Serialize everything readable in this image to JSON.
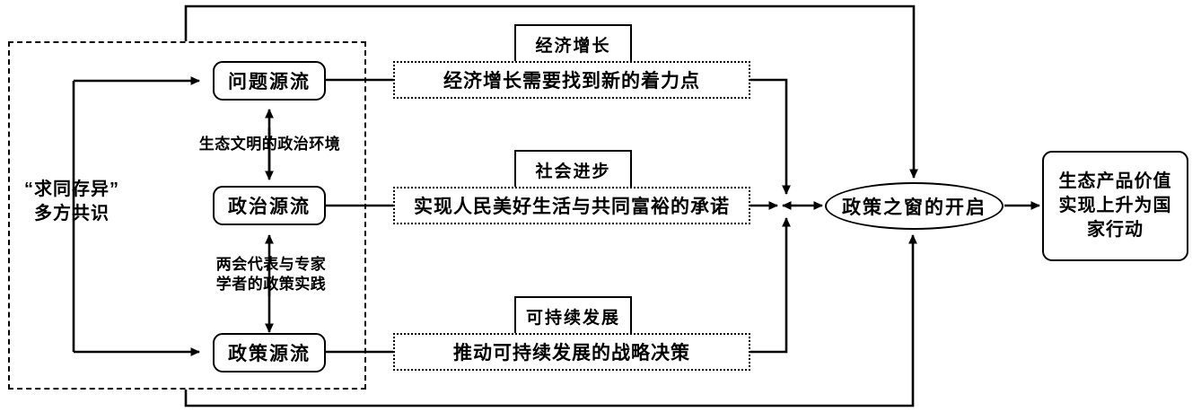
{
  "diagram": {
    "title_present": false,
    "colors": {
      "line": "#000000",
      "background": "#ffffff"
    },
    "consensus": {
      "line1": "“求同存异”",
      "line2": "多方共识"
    },
    "streams": [
      {
        "id": "problem",
        "label": "问题源流"
      },
      {
        "id": "politics",
        "label": "政治源流"
      },
      {
        "id": "policy",
        "label": "政策源流"
      }
    ],
    "edge_labels": [
      {
        "id": "env",
        "line1": "生态文明的政治环境",
        "line2": ""
      },
      {
        "id": "practice",
        "line1": "两会代表与专家",
        "line2": "学者的政策实践"
      }
    ],
    "tags": [
      {
        "id": "growth",
        "label": "经济增长"
      },
      {
        "id": "social",
        "label": "社会进步"
      },
      {
        "id": "sustainable",
        "label": "可持续发展"
      }
    ],
    "statements": [
      {
        "id": "growth-stmt",
        "text": "经济增长需要找到新的着力点"
      },
      {
        "id": "social-stmt",
        "text": "实现人民美好生活与共同富裕的承诺"
      },
      {
        "id": "sustainable-stmt",
        "text": "推动可持续发展的战略决策"
      }
    ],
    "window": {
      "label": "政策之窗的开启"
    },
    "outcome": {
      "line1": "生态产品价值",
      "line2": "实现上升为国",
      "line3": "家行动"
    }
  }
}
